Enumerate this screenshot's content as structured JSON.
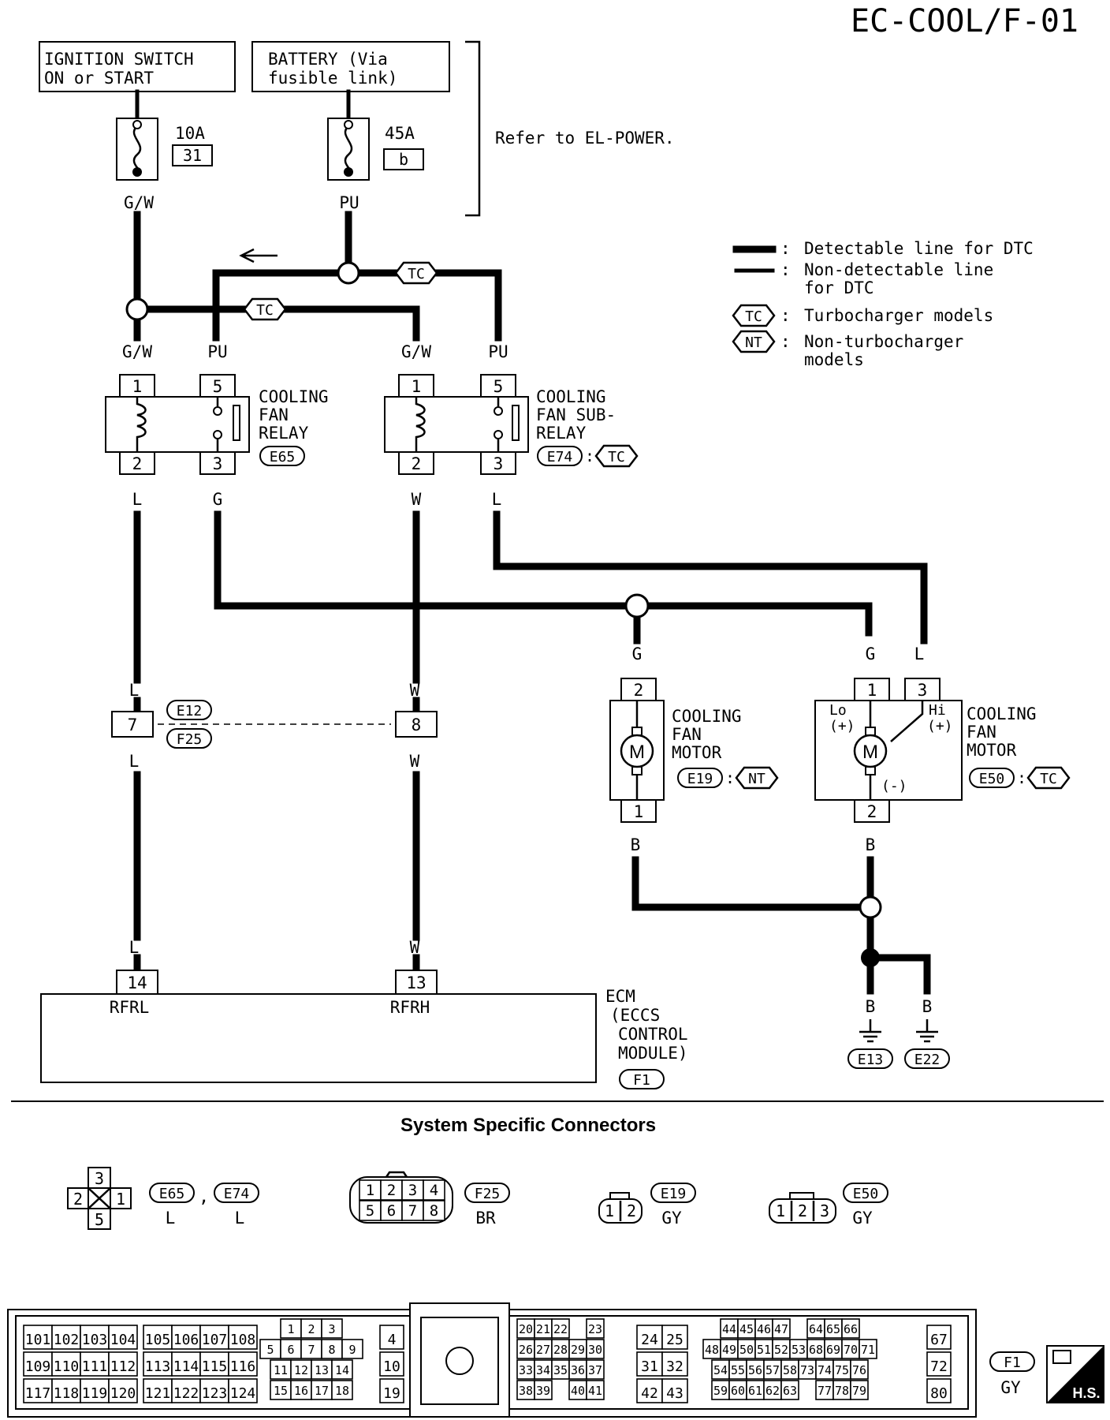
{
  "page_code": "EC-COOL/F-01",
  "sources": {
    "ignition": [
      "IGNITION SWITCH",
      "ON or START"
    ],
    "battery": [
      "BATTERY (Via",
      "fusible link)"
    ],
    "refer": "Refer to EL-POWER."
  },
  "fuses": [
    {
      "amps": "10A",
      "id": "31",
      "wire": "G/W"
    },
    {
      "amps": "45A",
      "id": "b",
      "wire": "PU"
    }
  ],
  "legend": [
    {
      "sym": "thick",
      "text": [
        "Detectable line for DTC"
      ]
    },
    {
      "sym": "thin",
      "text": [
        "Non-detectable line",
        "for DTC"
      ]
    },
    {
      "sym": "TC",
      "text": [
        "Turbocharger models"
      ]
    },
    {
      "sym": "NT",
      "text": [
        "Non-turbocharger",
        "models"
      ]
    }
  ],
  "tags": {
    "tc": "TC",
    "nt": "NT"
  },
  "relays": [
    {
      "lines": [
        "COOLING",
        "FAN",
        "RELAY"
      ],
      "conn": "E65",
      "tag": "",
      "pins": {
        "coil_in": "1",
        "coil_out": "2",
        "sw_in": "5",
        "sw_out": "3"
      },
      "wires": {
        "coil_in": "G/W",
        "sw_in": "PU",
        "coil_out": "L",
        "sw_out": "G"
      }
    },
    {
      "lines": [
        "COOLING",
        "FAN SUB-",
        "RELAY"
      ],
      "conn": "E74",
      "tag": "TC",
      "pins": {
        "coil_in": "1",
        "coil_out": "2",
        "sw_in": "5",
        "sw_out": "3"
      },
      "wires": {
        "coil_in": "G/W",
        "sw_in": "PU",
        "coil_out": "W",
        "sw_out": "L"
      }
    }
  ],
  "joint": {
    "pins": [
      "7",
      "8"
    ],
    "conns": [
      "E12",
      "F25"
    ],
    "wires_left": [
      "L",
      "L"
    ],
    "wires_right": [
      "W",
      "W"
    ]
  },
  "motors": [
    {
      "lines": [
        "COOLING",
        "FAN",
        "MOTOR"
      ],
      "conn": "E19",
      "tag": "NT",
      "pin_top": "2",
      "pin_bottom": "1",
      "wire_top": "G",
      "wire_bottom": "B"
    },
    {
      "lines": [
        "COOLING",
        "FAN",
        "MOTOR"
      ],
      "conn": "E50",
      "tag": "TC",
      "pin_lo": "1",
      "pin_hi": "3",
      "pin_gnd": "2",
      "lo": [
        "Lo",
        "(+)"
      ],
      "hi": [
        "Hi",
        "(+)"
      ],
      "minus": "(-)",
      "wire_lo": "G",
      "wire_hi": "L",
      "wire_bottom": "B"
    }
  ],
  "ecm": {
    "pins": [
      {
        "num": "14",
        "name": "RFRL",
        "wire": "L"
      },
      {
        "num": "13",
        "name": "RFRH",
        "wire": "W"
      }
    ],
    "label": [
      "ECM",
      "(ECCS",
      "CONTROL",
      "MODULE)"
    ],
    "conn": "F1"
  },
  "grounds": [
    {
      "wire": "B",
      "conn": "E13"
    },
    {
      "wire": "B",
      "conn": "E22"
    }
  ],
  "connectors_title": "System Specific Connectors",
  "connectors": [
    {
      "conns": [
        "E65",
        "E74"
      ],
      "colors": [
        "L",
        "L"
      ],
      "cavities": [
        "3",
        "2",
        "1",
        "5"
      ]
    },
    {
      "conns": [
        "F25"
      ],
      "colors": [
        "BR"
      ],
      "cavities": [
        "1",
        "2",
        "3",
        "4",
        "5",
        "6",
        "7",
        "8"
      ]
    },
    {
      "conns": [
        "E19"
      ],
      "colors": [
        "GY"
      ],
      "cavities": [
        "1",
        "2"
      ]
    },
    {
      "conns": [
        "E50"
      ],
      "colors": [
        "GY"
      ],
      "cavities": [
        "1",
        "2",
        "3"
      ]
    }
  ],
  "ecm_connector": {
    "conn": "F1",
    "color": "GY",
    "hs": "H.S.",
    "blocks": [
      [
        [
          "101",
          "102",
          "103",
          "104"
        ],
        [
          "109",
          "110",
          "111",
          "112"
        ],
        [
          "117",
          "118",
          "119",
          "120"
        ]
      ],
      [
        [
          "105",
          "106",
          "107",
          "108"
        ],
        [
          "113",
          "114",
          "115",
          "116"
        ],
        [
          "121",
          "122",
          "123",
          "124"
        ]
      ],
      [
        [
          "1",
          "2",
          "3"
        ],
        [
          "5",
          "6",
          "7",
          "8",
          "9"
        ],
        [
          "11",
          "12",
          "13",
          "14"
        ],
        [
          "15",
          "16",
          "17",
          "18"
        ]
      ],
      [
        [
          "4"
        ],
        [
          "10"
        ],
        [
          "19"
        ]
      ],
      [
        [
          "20",
          "21",
          "22",
          "",
          "23"
        ],
        [
          "26",
          "27",
          "28",
          "29",
          "30"
        ],
        [
          "33",
          "34",
          "35",
          "36",
          "37"
        ],
        [
          "38",
          "39",
          "",
          "40",
          "41"
        ]
      ],
      [
        [
          "24",
          "25"
        ],
        [
          "31",
          "32"
        ],
        [
          "42",
          "43"
        ]
      ],
      [
        [
          "44",
          "45",
          "46",
          "47",
          "",
          "64",
          "65",
          "66"
        ],
        [
          "48",
          "49",
          "50",
          "51",
          "52",
          "53",
          "68",
          "69",
          "70",
          "71"
        ],
        [
          "54",
          "55",
          "56",
          "57",
          "58",
          "73",
          "74",
          "75",
          "76"
        ],
        [
          "59",
          "60",
          "61",
          "62",
          "63",
          "",
          "77",
          "78",
          "79"
        ]
      ],
      [
        [
          "67"
        ],
        [
          "72"
        ],
        [
          "80"
        ]
      ]
    ]
  }
}
